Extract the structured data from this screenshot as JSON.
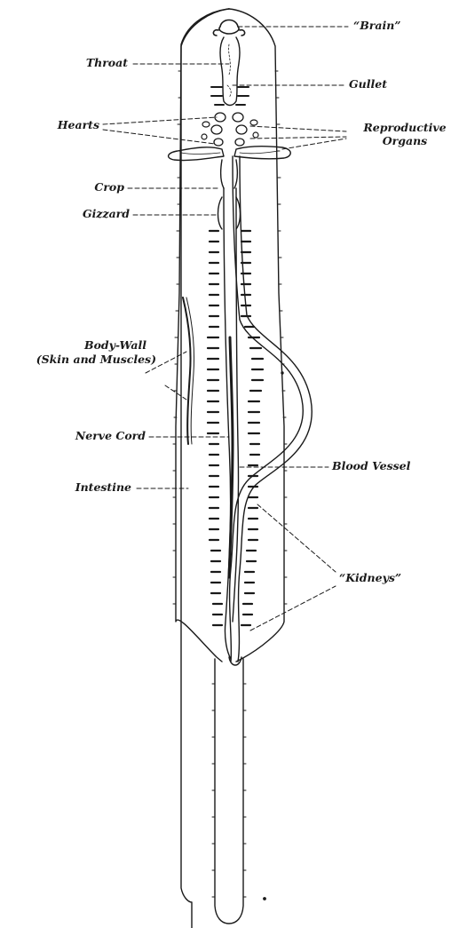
{
  "labels": {
    "brain": "“Brain”",
    "throat": "Throat",
    "gullet": "Gullet",
    "hearts": "Hearts",
    "reproductive_1": "Reproductive",
    "reproductive_2": "Organs",
    "crop": "Crop",
    "gizzard": "Gizzard",
    "body_wall_1": "Body-Wall",
    "body_wall_2": "(Skin and Muscles)",
    "nerve_cord": "Nerve Cord",
    "blood_vessel": "Blood Vessel",
    "intestine": "Intestine",
    "kidneys": "“Kidneys”"
  },
  "colors": {
    "ink": "#1a1a1a",
    "paper": "#ffffff"
  }
}
